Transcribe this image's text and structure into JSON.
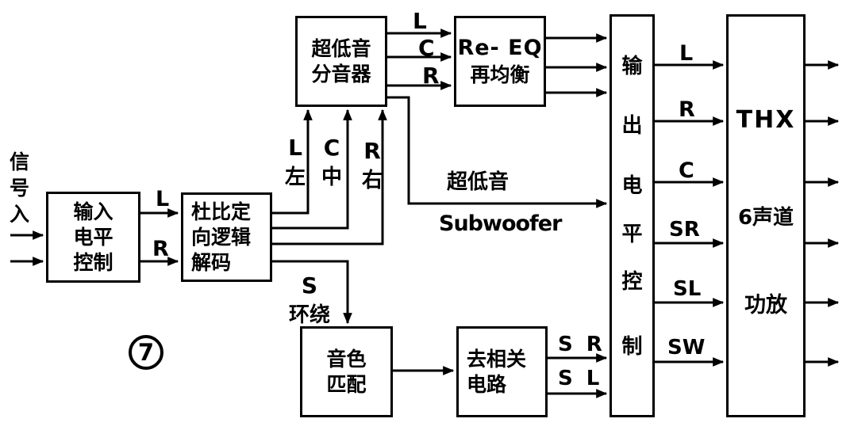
{
  "figure_number": "7",
  "signal_in": {
    "chars": [
      "信",
      "号",
      "入"
    ]
  },
  "boxes": {
    "input_level": {
      "lines": [
        "输入",
        "电平",
        "控制"
      ]
    },
    "decoder": {
      "lines": [
        "杜比定",
        "向逻辑",
        "解码"
      ]
    },
    "crossover": {
      "lines": [
        "超低音",
        "分音器"
      ]
    },
    "re_eq": {
      "lines": [
        "Re- EQ",
        "再均衡"
      ]
    },
    "output_level": {
      "chars": [
        "输",
        "出",
        "电",
        "平",
        "控",
        "制"
      ]
    },
    "thx": {
      "lines": [
        "THX",
        "6声道",
        "功放"
      ]
    },
    "timbre_match": {
      "lines": [
        "音色",
        "匹配"
      ]
    },
    "decorrelator": {
      "lines": [
        "去相关",
        "电路"
      ]
    }
  },
  "labels": {
    "input_l": "L",
    "input_r": "R",
    "up_l": "L",
    "up_l_cn": "左",
    "up_c": "C",
    "up_c_cn": "中",
    "up_r": "R",
    "up_r_cn": "右",
    "mid_l": "L",
    "mid_c": "C",
    "mid_r": "R",
    "subwoofer_cn": "超低音",
    "subwoofer_en": "Subwoofer",
    "surround_s": "S",
    "surround_cn": "环绕",
    "sr_feed": "S R",
    "sl_feed": "S L",
    "ch_l": "L",
    "ch_r": "R",
    "ch_c": "C",
    "ch_sr": "SR",
    "ch_sl": "SL",
    "ch_sw": "SW"
  },
  "colors": {
    "ink": "#000000",
    "paper": "#ffffff"
  }
}
